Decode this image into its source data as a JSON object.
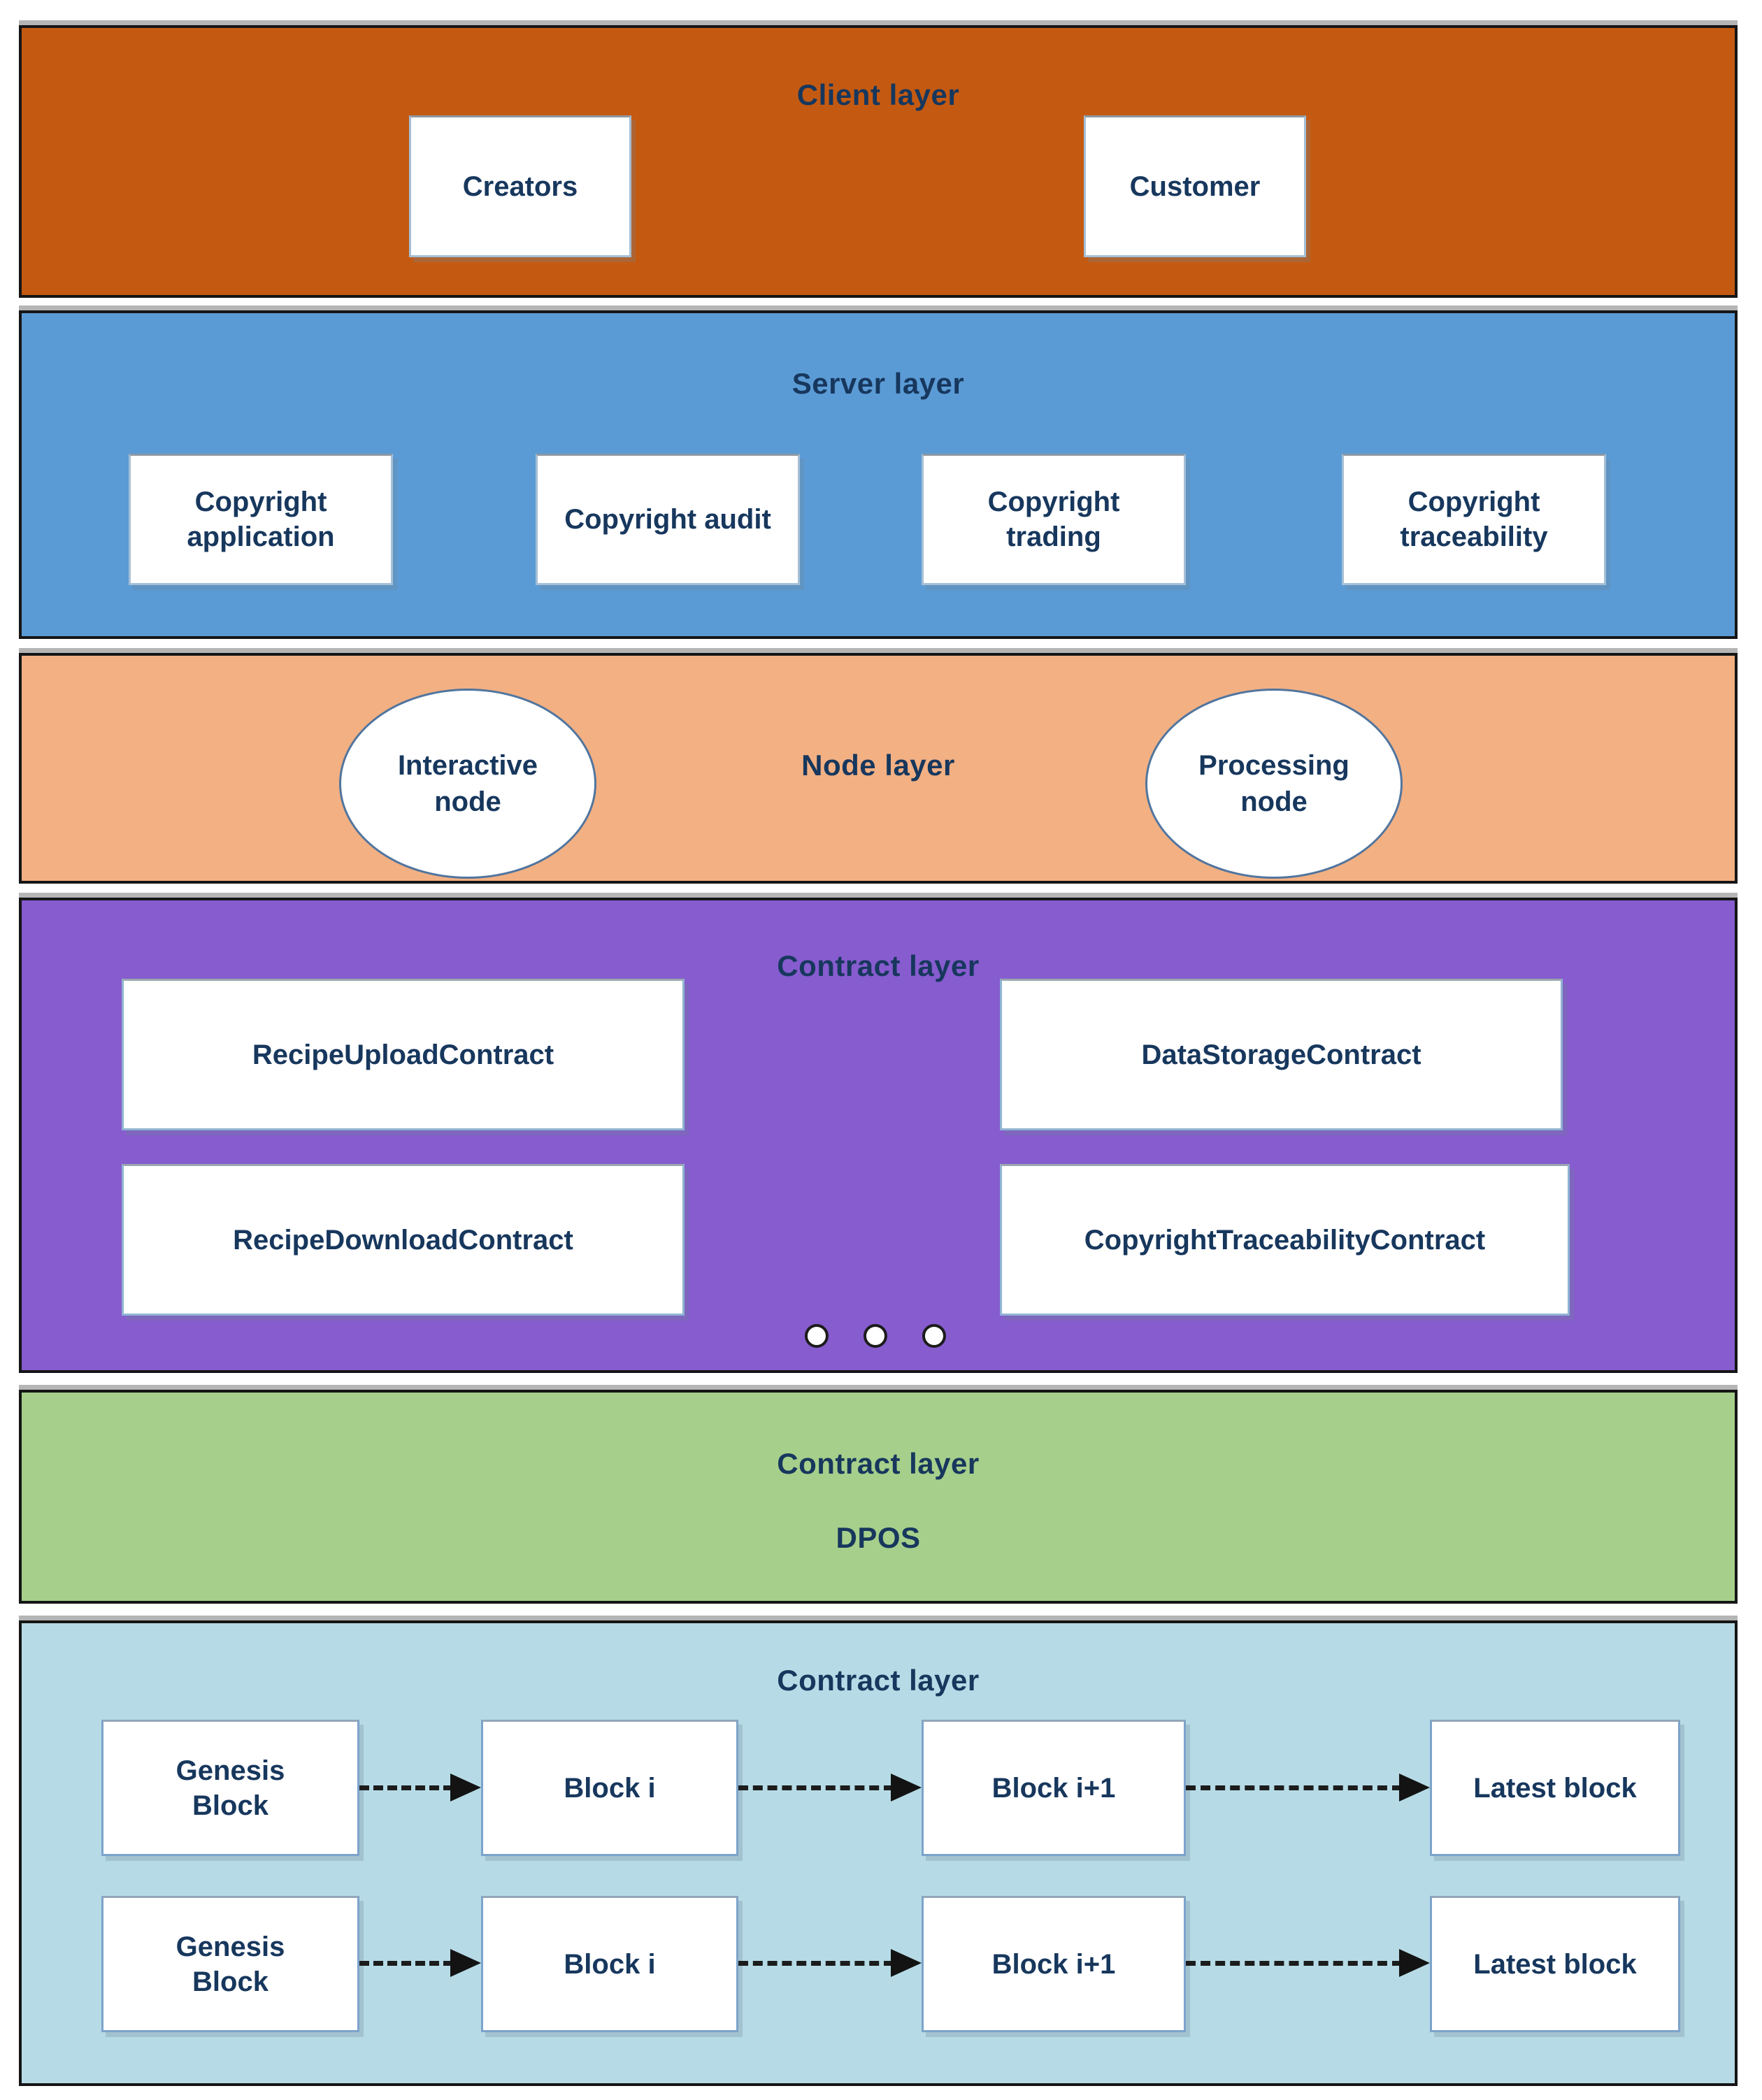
{
  "diagram": {
    "text_color": "#17375D",
    "layers": [
      {
        "title": "Client layer",
        "color": "#C45A11",
        "boxes": [
          {
            "label": "Creators"
          },
          {
            "label": "Customer"
          }
        ]
      },
      {
        "title": "Server layer",
        "color": "#5B9BD5",
        "boxes": [
          {
            "label": "Copyright application"
          },
          {
            "label": "Copyright audit"
          },
          {
            "label": "Copyright trading"
          },
          {
            "label": "Copyright traceability"
          }
        ]
      },
      {
        "title": "Node layer",
        "color": "#F2B083",
        "nodes": [
          {
            "label": "Interactive node"
          },
          {
            "label": "Processing node"
          }
        ]
      },
      {
        "title": "Contract layer",
        "color": "#865CCE",
        "boxes": [
          {
            "label": "RecipeUploadContract"
          },
          {
            "label": "DataStorageContract"
          },
          {
            "label": "RecipeDownloadContract"
          },
          {
            "label": "CopyrightTraceabilityContract"
          }
        ],
        "more_indicator_dots": 3
      },
      {
        "title": "Contract layer",
        "color": "#A6CF8B",
        "consensus": "DPOS"
      },
      {
        "title": "Contract layer",
        "color": "#B6DBE6",
        "chains": [
          {
            "blocks": [
              "Genesis Block",
              "Block i",
              "Block i+1",
              "Latest block"
            ]
          },
          {
            "blocks": [
              "Genesis Block",
              "Block i",
              "Block i+1",
              "Latest block"
            ]
          }
        ]
      }
    ]
  }
}
